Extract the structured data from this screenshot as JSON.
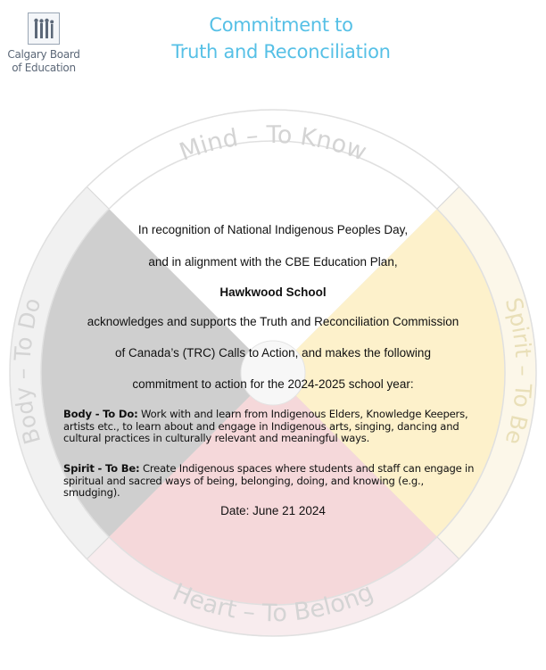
{
  "logo": {
    "line1": "Calgary Board",
    "line2": "of Education"
  },
  "title": {
    "line1": "Commitment to",
    "line2": "Truth and Reconciliation"
  },
  "wheel": {
    "labels": {
      "top": "Mind – To Know",
      "left": "Body – To Do",
      "right": "Spirit – To Be",
      "bottom": "Heart – To Belong"
    }
  },
  "statement": {
    "line1": "In recognition of National Indigenous Peoples Day,",
    "line2": "and in alignment with the CBE Education Plan,",
    "school": "Hawkwood School",
    "line3": "acknowledges and supports the Truth and Reconciliation Commission",
    "line4": "of Canada’s (TRC) Calls to Action, and makes the following",
    "line5": "commitment to action for the 2024-2025 school year:"
  },
  "commitments": [
    {
      "heading": "Body - To Do:",
      "text": " Work with and learn from Indigenous Elders, Knowledge Keepers, artists etc., to learn about and engage in Indigenous arts, singing, dancing and cultural practices in culturally relevant and meaningful ways."
    },
    {
      "heading": "Spirit - To Be:",
      "text": " Create Indigenous spaces where students and staff can engage in spiritual and sacred ways of being, belonging, doing, and knowing (e.g., smudging)."
    }
  ],
  "date": "Date: June 21 2024",
  "colors": {
    "title": "#56c0e6",
    "mind": "#ffffff",
    "body": "#cfcfcf",
    "spirit": "#fdf1cb",
    "heart": "#f5d8da"
  }
}
